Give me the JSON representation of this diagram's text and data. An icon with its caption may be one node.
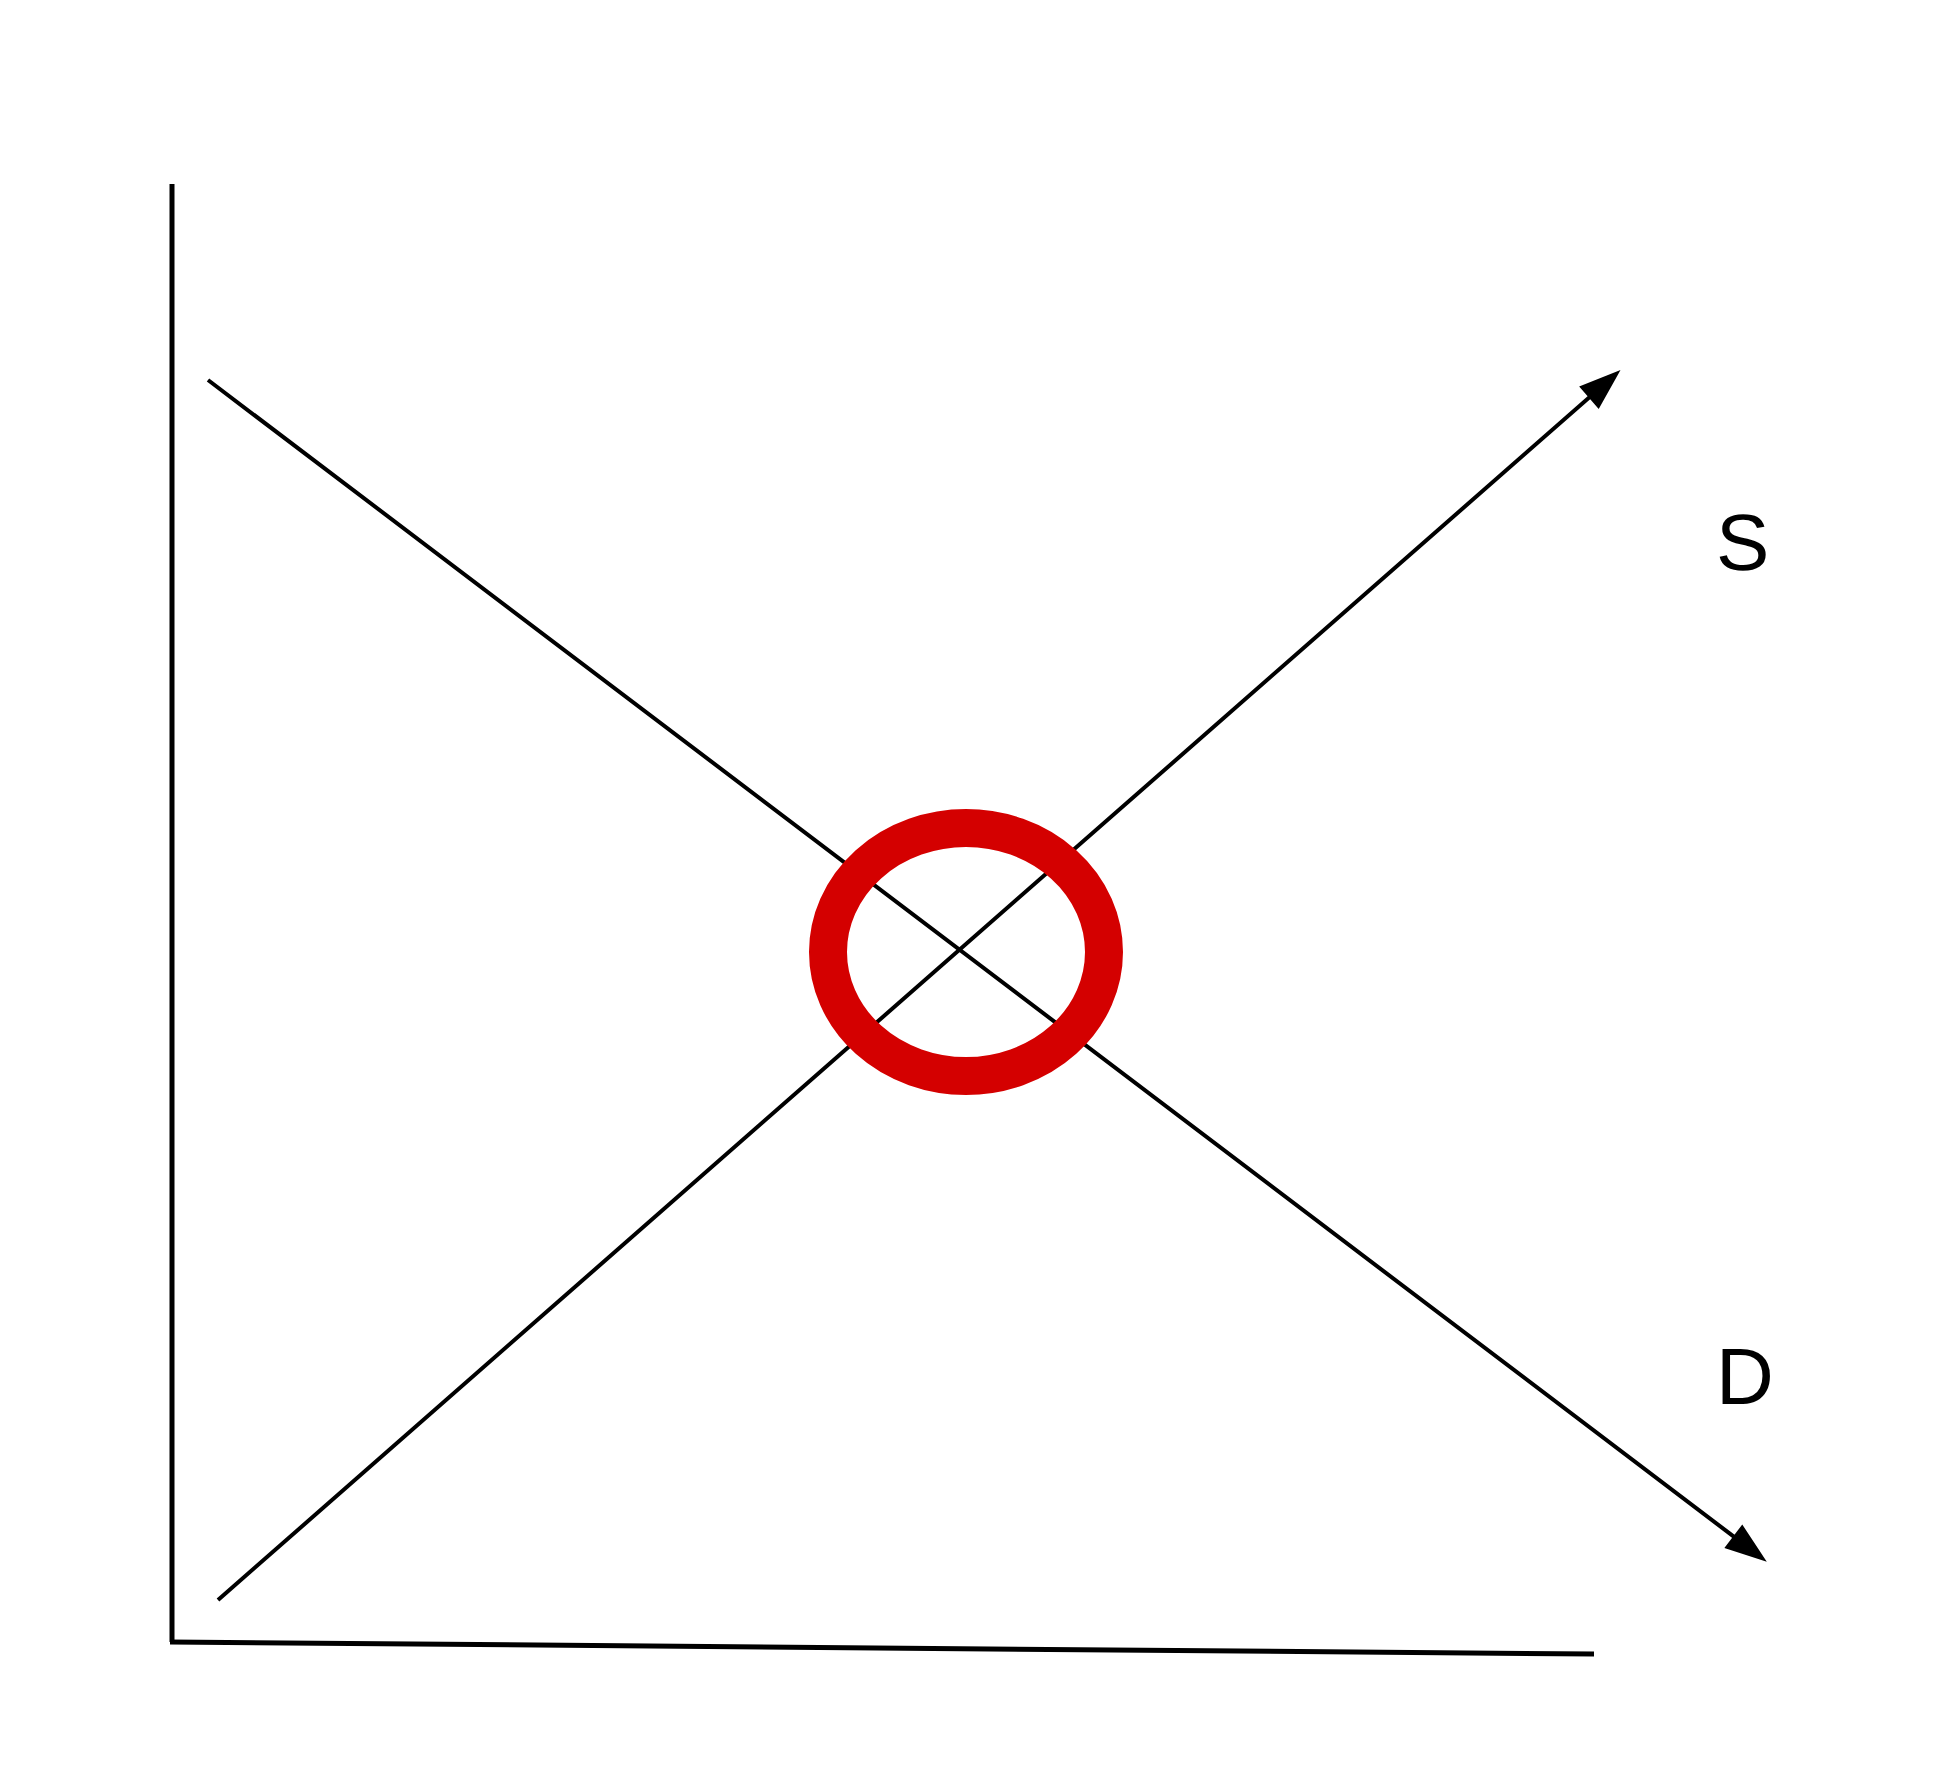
{
  "diagram": {
    "nodes": [
      {
        "text": [],
        "shape": "circle"
      }
    ],
    "labels": [
      "S",
      "D"
    ]
  }
}
